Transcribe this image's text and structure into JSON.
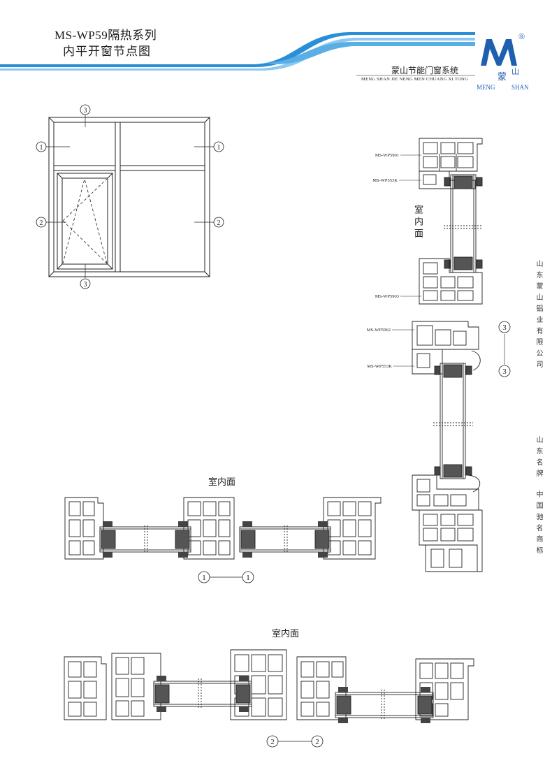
{
  "header": {
    "title_line1": "MS-WP59隔热系列",
    "title_line2": "内平开窗节点图",
    "brand_cn": "蒙山节能门窗系统",
    "brand_en": "MENG SHAN JIE NENG MEN CHUANG XI TONG",
    "logo_char1": "蒙",
    "logo_char2": "山",
    "logo_word1": "MENG",
    "logo_word2": "SHAN",
    "registered_mark": "®",
    "colors": {
      "stripe_blue": "#2a8fd6",
      "stripe_light": "#9fd0f2",
      "logo_blue": "#1f5fb0"
    }
  },
  "side_text": {
    "company": "山东蒙山铝业有限公司",
    "slogan1": "山东名牌",
    "slogan2": "中国驰名商标"
  },
  "elevation": {
    "marker_1": "1",
    "marker_2": "2",
    "marker_3": "3"
  },
  "section_3": {
    "room_label": "室内面",
    "labels": [
      "MS-WP5901",
      "MS-WP553K",
      "MS-WP5903",
      "MS-WP5962",
      "MS-WP553K"
    ],
    "marker_top": "3",
    "marker_bottom": "3"
  },
  "section_1": {
    "room_label": "室内面",
    "marker_left": "1",
    "marker_right": "1"
  },
  "section_2": {
    "room_label": "室内面",
    "marker_left": "2",
    "marker_right": "2"
  }
}
